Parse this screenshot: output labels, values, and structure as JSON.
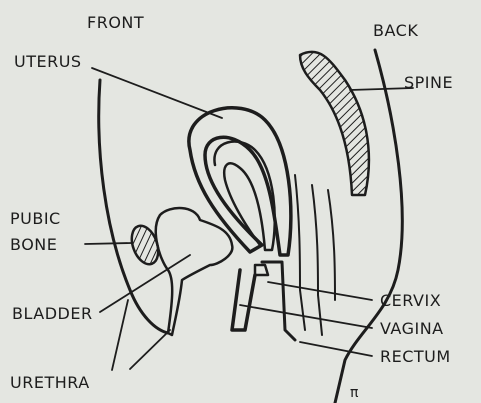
{
  "labels": {
    "front": "FRONT",
    "back": "BACK",
    "uterus": "UTERUS",
    "spine": "SPINE",
    "pubic_bone_1": "PUBIC",
    "pubic_bone_2": "BONE",
    "bladder": "BLADDER",
    "cervix": "CERVIX",
    "vagina": "VAGINA",
    "rectum": "RECTUM",
    "urethra": "URETHRA",
    "corner_mark": "π"
  },
  "colors": {
    "background": "#e4e6e1",
    "ink": "#1d1d1d"
  }
}
